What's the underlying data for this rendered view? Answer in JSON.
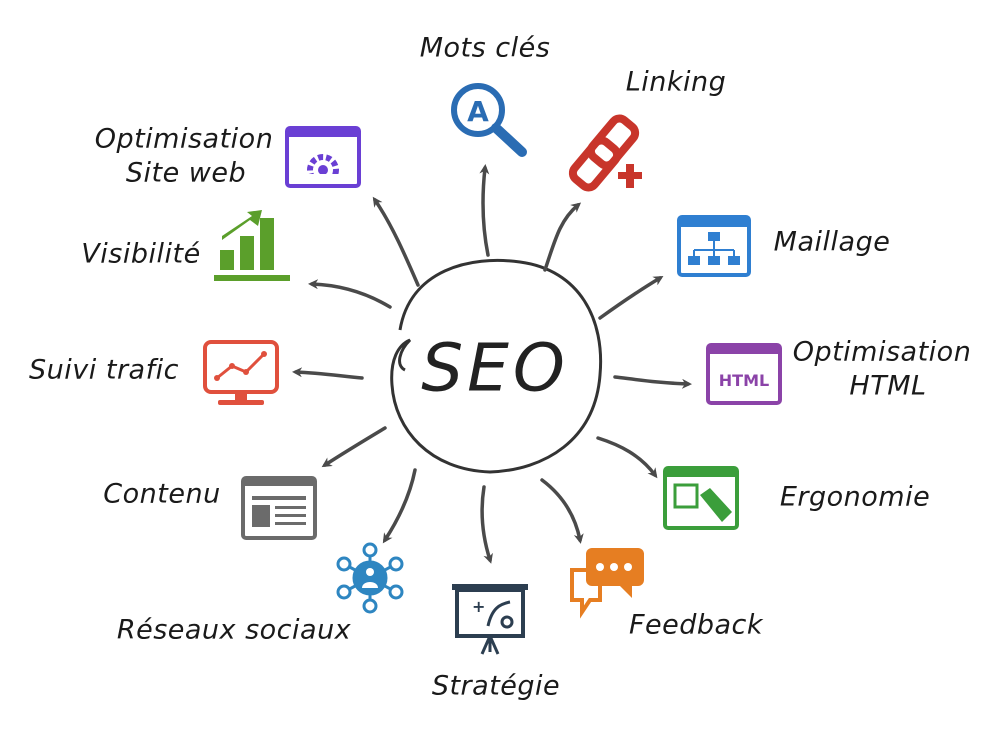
{
  "center": {
    "label": "SEO"
  },
  "items": [
    {
      "label": "Mots clés",
      "icon": "magnifier-icon",
      "color": "#2a6cb3"
    },
    {
      "label": "Linking",
      "icon": "chain-link-icon",
      "color": "#c8352b"
    },
    {
      "label": "Maillage",
      "icon": "sitemap-icon",
      "color": "#2f7fd1"
    },
    {
      "label_line1": "Optimisation",
      "label_line2": "HTML",
      "icon": "html-window-icon",
      "icon_text": "HTML",
      "color": "#8b43a8"
    },
    {
      "label": "Ergonomie",
      "icon": "ergonomy-window-icon",
      "color": "#3b9e3b"
    },
    {
      "label": "Feedback",
      "icon": "chat-bubble-icon",
      "color": "#e67e22"
    },
    {
      "label": "Stratégie",
      "icon": "strategy-board-icon",
      "color": "#2c3e50"
    },
    {
      "label": "Réseaux sociaux",
      "icon": "social-network-icon",
      "color": "#2e86c1"
    },
    {
      "label": "Contenu",
      "icon": "content-document-icon",
      "color": "#6b6b6b"
    },
    {
      "label": "Suivi trafic",
      "icon": "traffic-monitor-icon",
      "color": "#e0503d"
    },
    {
      "label": "Visibilité",
      "icon": "bar-chart-icon",
      "color": "#5b9f2b"
    },
    {
      "label_line1": "Optimisation",
      "label_line2": "Site web",
      "icon": "website-gear-icon",
      "color": "#6a3fd4"
    }
  ]
}
